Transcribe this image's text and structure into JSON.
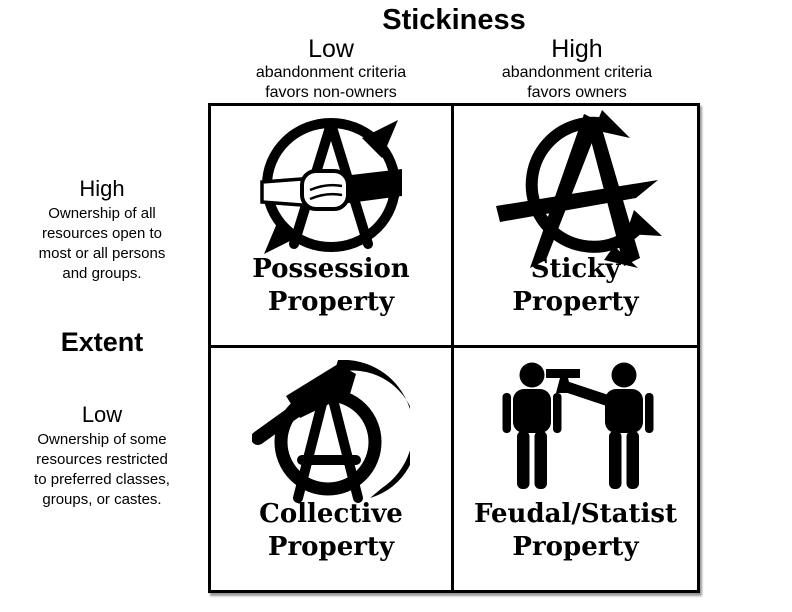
{
  "diagram": {
    "x_axis": {
      "title": "Stickiness",
      "columns": [
        {
          "level": "Low",
          "desc_lines": [
            "abandonment criteria",
            "favors non-owners"
          ]
        },
        {
          "level": "High",
          "desc_lines": [
            "abandonment criteria",
            "favors owners"
          ]
        }
      ]
    },
    "y_axis": {
      "title": "Extent",
      "rows": [
        {
          "level": "High",
          "desc_lines": [
            "Ownership of all",
            "resources open to",
            "most or all persons",
            "and groups."
          ]
        },
        {
          "level": "Low",
          "desc_lines": [
            "Ownership of some",
            "resources restricted",
            "to preferred classes,",
            "groups, or castes."
          ]
        }
      ]
    },
    "quadrants": [
      {
        "position": "top-left",
        "label_lines": [
          "Possession",
          "Property"
        ],
        "icon": "agorist-handshake-circle-a"
      },
      {
        "position": "top-right",
        "label_lines": [
          "Sticky",
          "Property"
        ],
        "icon": "graffiti-anarchy-a"
      },
      {
        "position": "bottom-left",
        "label_lines": [
          "Collective",
          "Property"
        ],
        "icon": "anarcho-communist-hammer-sickle-circle-a"
      },
      {
        "position": "bottom-right",
        "label_lines": [
          "Feudal/Statist",
          "Property"
        ],
        "icon": "figure-pointing-gun-at-figure"
      }
    ],
    "colors": {
      "ink": "#000000",
      "background": "#ffffff"
    }
  }
}
